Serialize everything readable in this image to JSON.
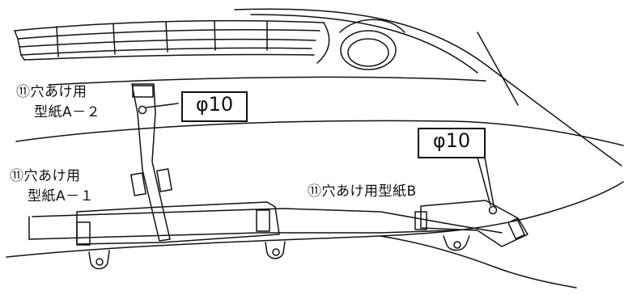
{
  "labels": {
    "template_a2_line1": "⑪穴あけ用",
    "template_a2_line2": "型紙A－２",
    "template_a1_line1": "⑪穴あけ用",
    "template_a1_line2": "型紙A－１",
    "template_b": "⑪穴あけ用型紙B"
  },
  "callouts": {
    "hole_a2": "φ10",
    "hole_b": "φ10"
  }
}
